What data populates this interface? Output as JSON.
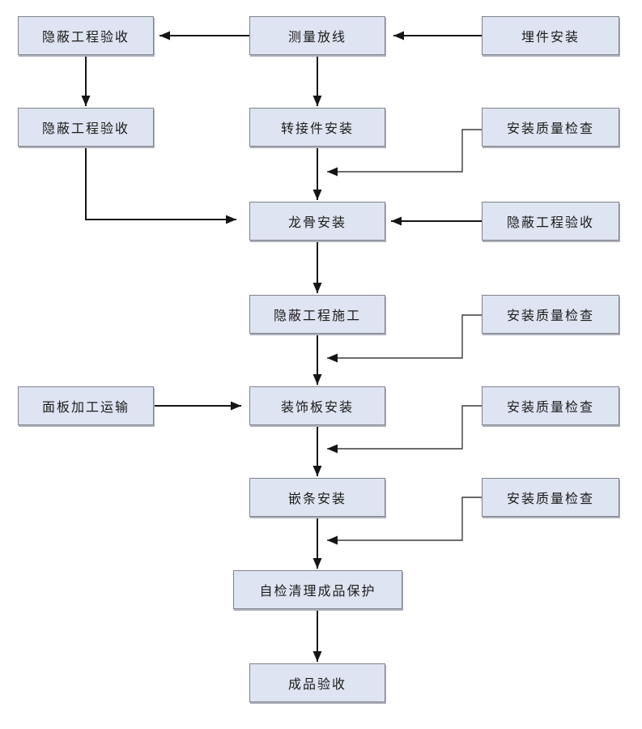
{
  "flowchart": {
    "type": "flowchart",
    "background": "#ffffff",
    "box_fill": "#dee4f1",
    "box_border": "#82828a",
    "line_color": "#161616",
    "nodes": {
      "hidden_work_acceptance_1": "隐蔽工程验收",
      "measure_setout": "测量放线",
      "embedded_parts_install": "埋件安装",
      "hidden_work_acceptance_2": "隐蔽工程验收",
      "adapter_install": "转接件安装",
      "install_quality_check_1": "安装质量检查",
      "keel_install": "龙骨安装",
      "hidden_work_acceptance_3": "隐蔽工程验收",
      "hidden_work_construction": "隐蔽工程施工",
      "install_quality_check_2": "安装质量检查",
      "panel_process_transport": "面板加工运输",
      "decor_panel_install": "装饰板安装",
      "install_quality_check_3": "安装质量检查",
      "insert_strip_install": "嵌条安装",
      "install_quality_check_4": "安装质量检查",
      "self_check_clean_protect": "自检清理成品保护",
      "finished_product_acceptance": "成品验收"
    },
    "edges": [
      {
        "from": "embedded_parts_install",
        "to": "measure_setout"
      },
      {
        "from": "measure_setout",
        "to": "hidden_work_acceptance_1"
      },
      {
        "from": "hidden_work_acceptance_1",
        "to": "hidden_work_acceptance_2"
      },
      {
        "from": "measure_setout",
        "to": "adapter_install"
      },
      {
        "from": "adapter_install",
        "to": "keel_install"
      },
      {
        "from": "install_quality_check_1",
        "to": "adapter_install-keel_install-line"
      },
      {
        "from": "hidden_work_acceptance_2",
        "to": "keel_install"
      },
      {
        "from": "hidden_work_acceptance_3",
        "to": "keel_install"
      },
      {
        "from": "keel_install",
        "to": "hidden_work_construction"
      },
      {
        "from": "install_quality_check_2",
        "to": "hidden_work_construction-decor_panel_install-line"
      },
      {
        "from": "hidden_work_construction",
        "to": "decor_panel_install"
      },
      {
        "from": "panel_process_transport",
        "to": "decor_panel_install"
      },
      {
        "from": "install_quality_check_3",
        "to": "decor_panel_install-insert_strip_install-line"
      },
      {
        "from": "decor_panel_install",
        "to": "insert_strip_install"
      },
      {
        "from": "install_quality_check_4",
        "to": "insert_strip_install-self_check_clean_protect-line"
      },
      {
        "from": "insert_strip_install",
        "to": "self_check_clean_protect"
      },
      {
        "from": "self_check_clean_protect",
        "to": "finished_product_acceptance"
      }
    ]
  }
}
